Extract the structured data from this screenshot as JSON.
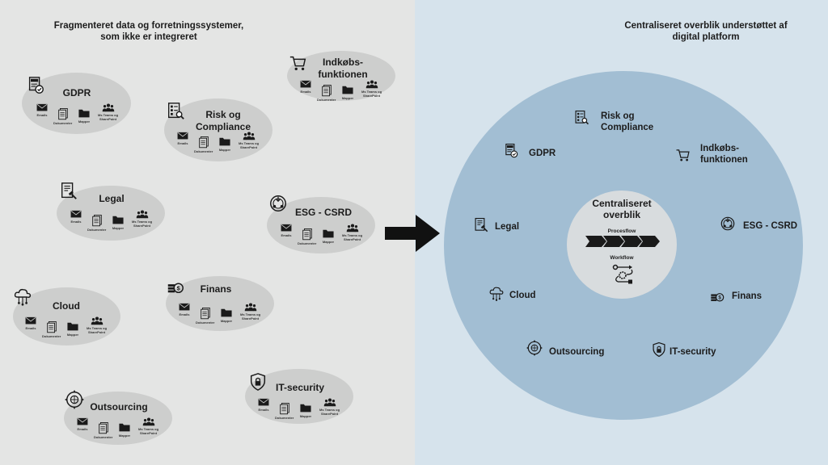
{
  "left": {
    "heading_line1": "Fragmenteret data og forretningssystemer,",
    "heading_line2": "som ikke er integreret"
  },
  "right": {
    "heading_line1": "Centraliseret overblik understøttet af",
    "heading_line2": "digital platform"
  },
  "resources": {
    "emails": "Emails",
    "dokumenter": "Dokumenter",
    "mapper": "Mapper",
    "teams_line1": "Ms Teams og",
    "teams_line2": "SharePoint"
  },
  "groups": [
    {
      "line1": "GDPR",
      "line2": "",
      "icon": "gdpr-document-icon"
    },
    {
      "line1": "Risk og",
      "line2": "Compliance",
      "icon": "risk-checklist-icon"
    },
    {
      "line1": "Indkøbs-",
      "line2": "funktionen",
      "icon": "shopping-cart-icon"
    },
    {
      "line1": "Legal",
      "line2": "",
      "icon": "legal-document-icon"
    },
    {
      "line1": "ESG - CSRD",
      "line2": "",
      "icon": "esg-globe-icon"
    },
    {
      "line1": "Cloud",
      "line2": "",
      "icon": "cloud-network-icon"
    },
    {
      "line1": "Finans",
      "line2": "",
      "icon": "coins-stack-icon"
    },
    {
      "line1": "IT-security",
      "line2": "",
      "icon": "shield-lock-icon"
    },
    {
      "line1": "Outsourcing",
      "line2": "",
      "icon": "globe-arrows-icon"
    }
  ],
  "center": {
    "title_line1": "Centraliseret",
    "title_line2": "overblik",
    "procesflow": "Procesflow",
    "workflow": "Workflow"
  },
  "colors": {
    "left_bg": "#e4e5e4",
    "right_bg": "#d6e3ec",
    "ring": "#a2bed3",
    "center": "#d8dcde",
    "blob": "#cdcecd",
    "dark": "#1c1c1c"
  }
}
